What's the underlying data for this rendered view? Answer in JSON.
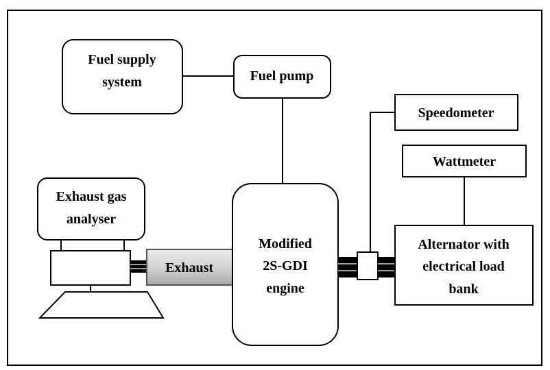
{
  "blocks": {
    "fuel_supply": {
      "line1": "Fuel supply",
      "line2": "system"
    },
    "fuel_pump": {
      "label": "Fuel pump"
    },
    "speedometer": {
      "label": "Speedometer"
    },
    "wattmeter": {
      "label": "Wattmeter"
    },
    "exhaust_gas_analyser": {
      "line1": "Exhaust gas",
      "line2": "analyser"
    },
    "exhaust": {
      "label": "Exhaust"
    },
    "engine": {
      "line1": "Modified",
      "line2": "2S-GDI",
      "line3": "engine"
    },
    "alternator": {
      "line1": "Alternator with",
      "line2": "electrical load",
      "line3": "bank"
    }
  }
}
